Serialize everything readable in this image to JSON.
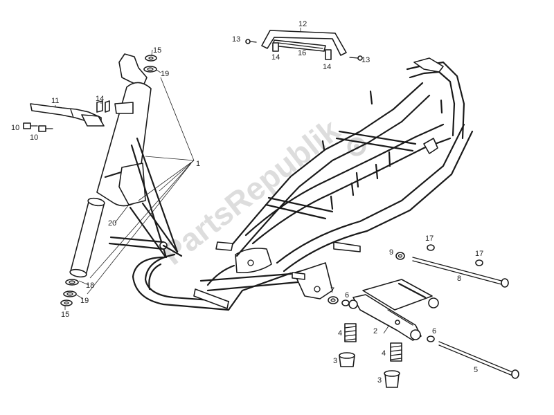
{
  "diagram": {
    "watermark": "PartsRepublik",
    "labels": [
      {
        "id": "l-1",
        "text": "1"
      },
      {
        "id": "l-2",
        "text": "2"
      },
      {
        "id": "l-3a",
        "text": "3"
      },
      {
        "id": "l-3b",
        "text": "3"
      },
      {
        "id": "l-4a",
        "text": "4"
      },
      {
        "id": "l-4b",
        "text": "4"
      },
      {
        "id": "l-5",
        "text": "5"
      },
      {
        "id": "l-6a",
        "text": "6"
      },
      {
        "id": "l-6b",
        "text": "6"
      },
      {
        "id": "l-7",
        "text": "7"
      },
      {
        "id": "l-8",
        "text": "8"
      },
      {
        "id": "l-9",
        "text": "9"
      },
      {
        "id": "l-10a",
        "text": "10"
      },
      {
        "id": "l-10b",
        "text": "10"
      },
      {
        "id": "l-11",
        "text": "11"
      },
      {
        "id": "l-12",
        "text": "12"
      },
      {
        "id": "l-13a",
        "text": "13"
      },
      {
        "id": "l-13b",
        "text": "13"
      },
      {
        "id": "l-14a",
        "text": "14"
      },
      {
        "id": "l-14b",
        "text": "14"
      },
      {
        "id": "l-14c",
        "text": "14"
      },
      {
        "id": "l-15a",
        "text": "15"
      },
      {
        "id": "l-15b",
        "text": "15"
      },
      {
        "id": "l-16",
        "text": "16"
      },
      {
        "id": "l-17a",
        "text": "17"
      },
      {
        "id": "l-17b",
        "text": "17"
      },
      {
        "id": "l-18",
        "text": "18"
      },
      {
        "id": "l-19a",
        "text": "19"
      },
      {
        "id": "l-19b",
        "text": "19"
      },
      {
        "id": "l-20",
        "text": "20"
      }
    ]
  }
}
